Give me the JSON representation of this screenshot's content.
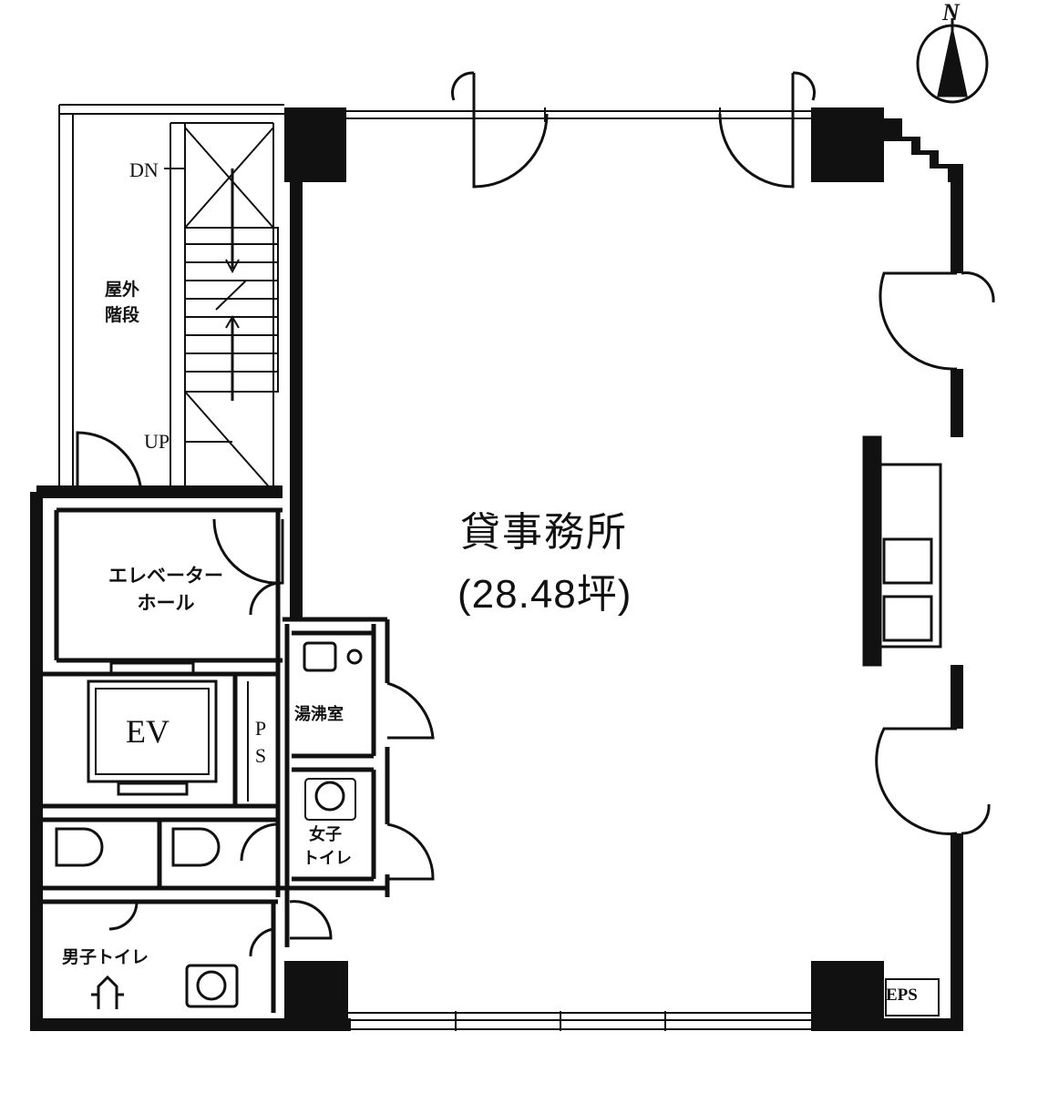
{
  "rooms": {
    "office_name": "貸事務所",
    "office_area": "(28.48坪)",
    "outdoor_stairs": [
      "屋外",
      "階段"
    ],
    "stair_down": "DN",
    "stair_up": "UP",
    "elevator_hall": [
      "エレベーター",
      "ホール"
    ],
    "elevator": "EV",
    "pipe_space": [
      "P",
      "S"
    ],
    "kitchenette": "湯沸室",
    "womens_toilet": [
      "女子",
      "トイレ"
    ],
    "mens_toilet": "男子トイレ",
    "eps": "EPS"
  },
  "compass": {
    "north_label": "N"
  }
}
